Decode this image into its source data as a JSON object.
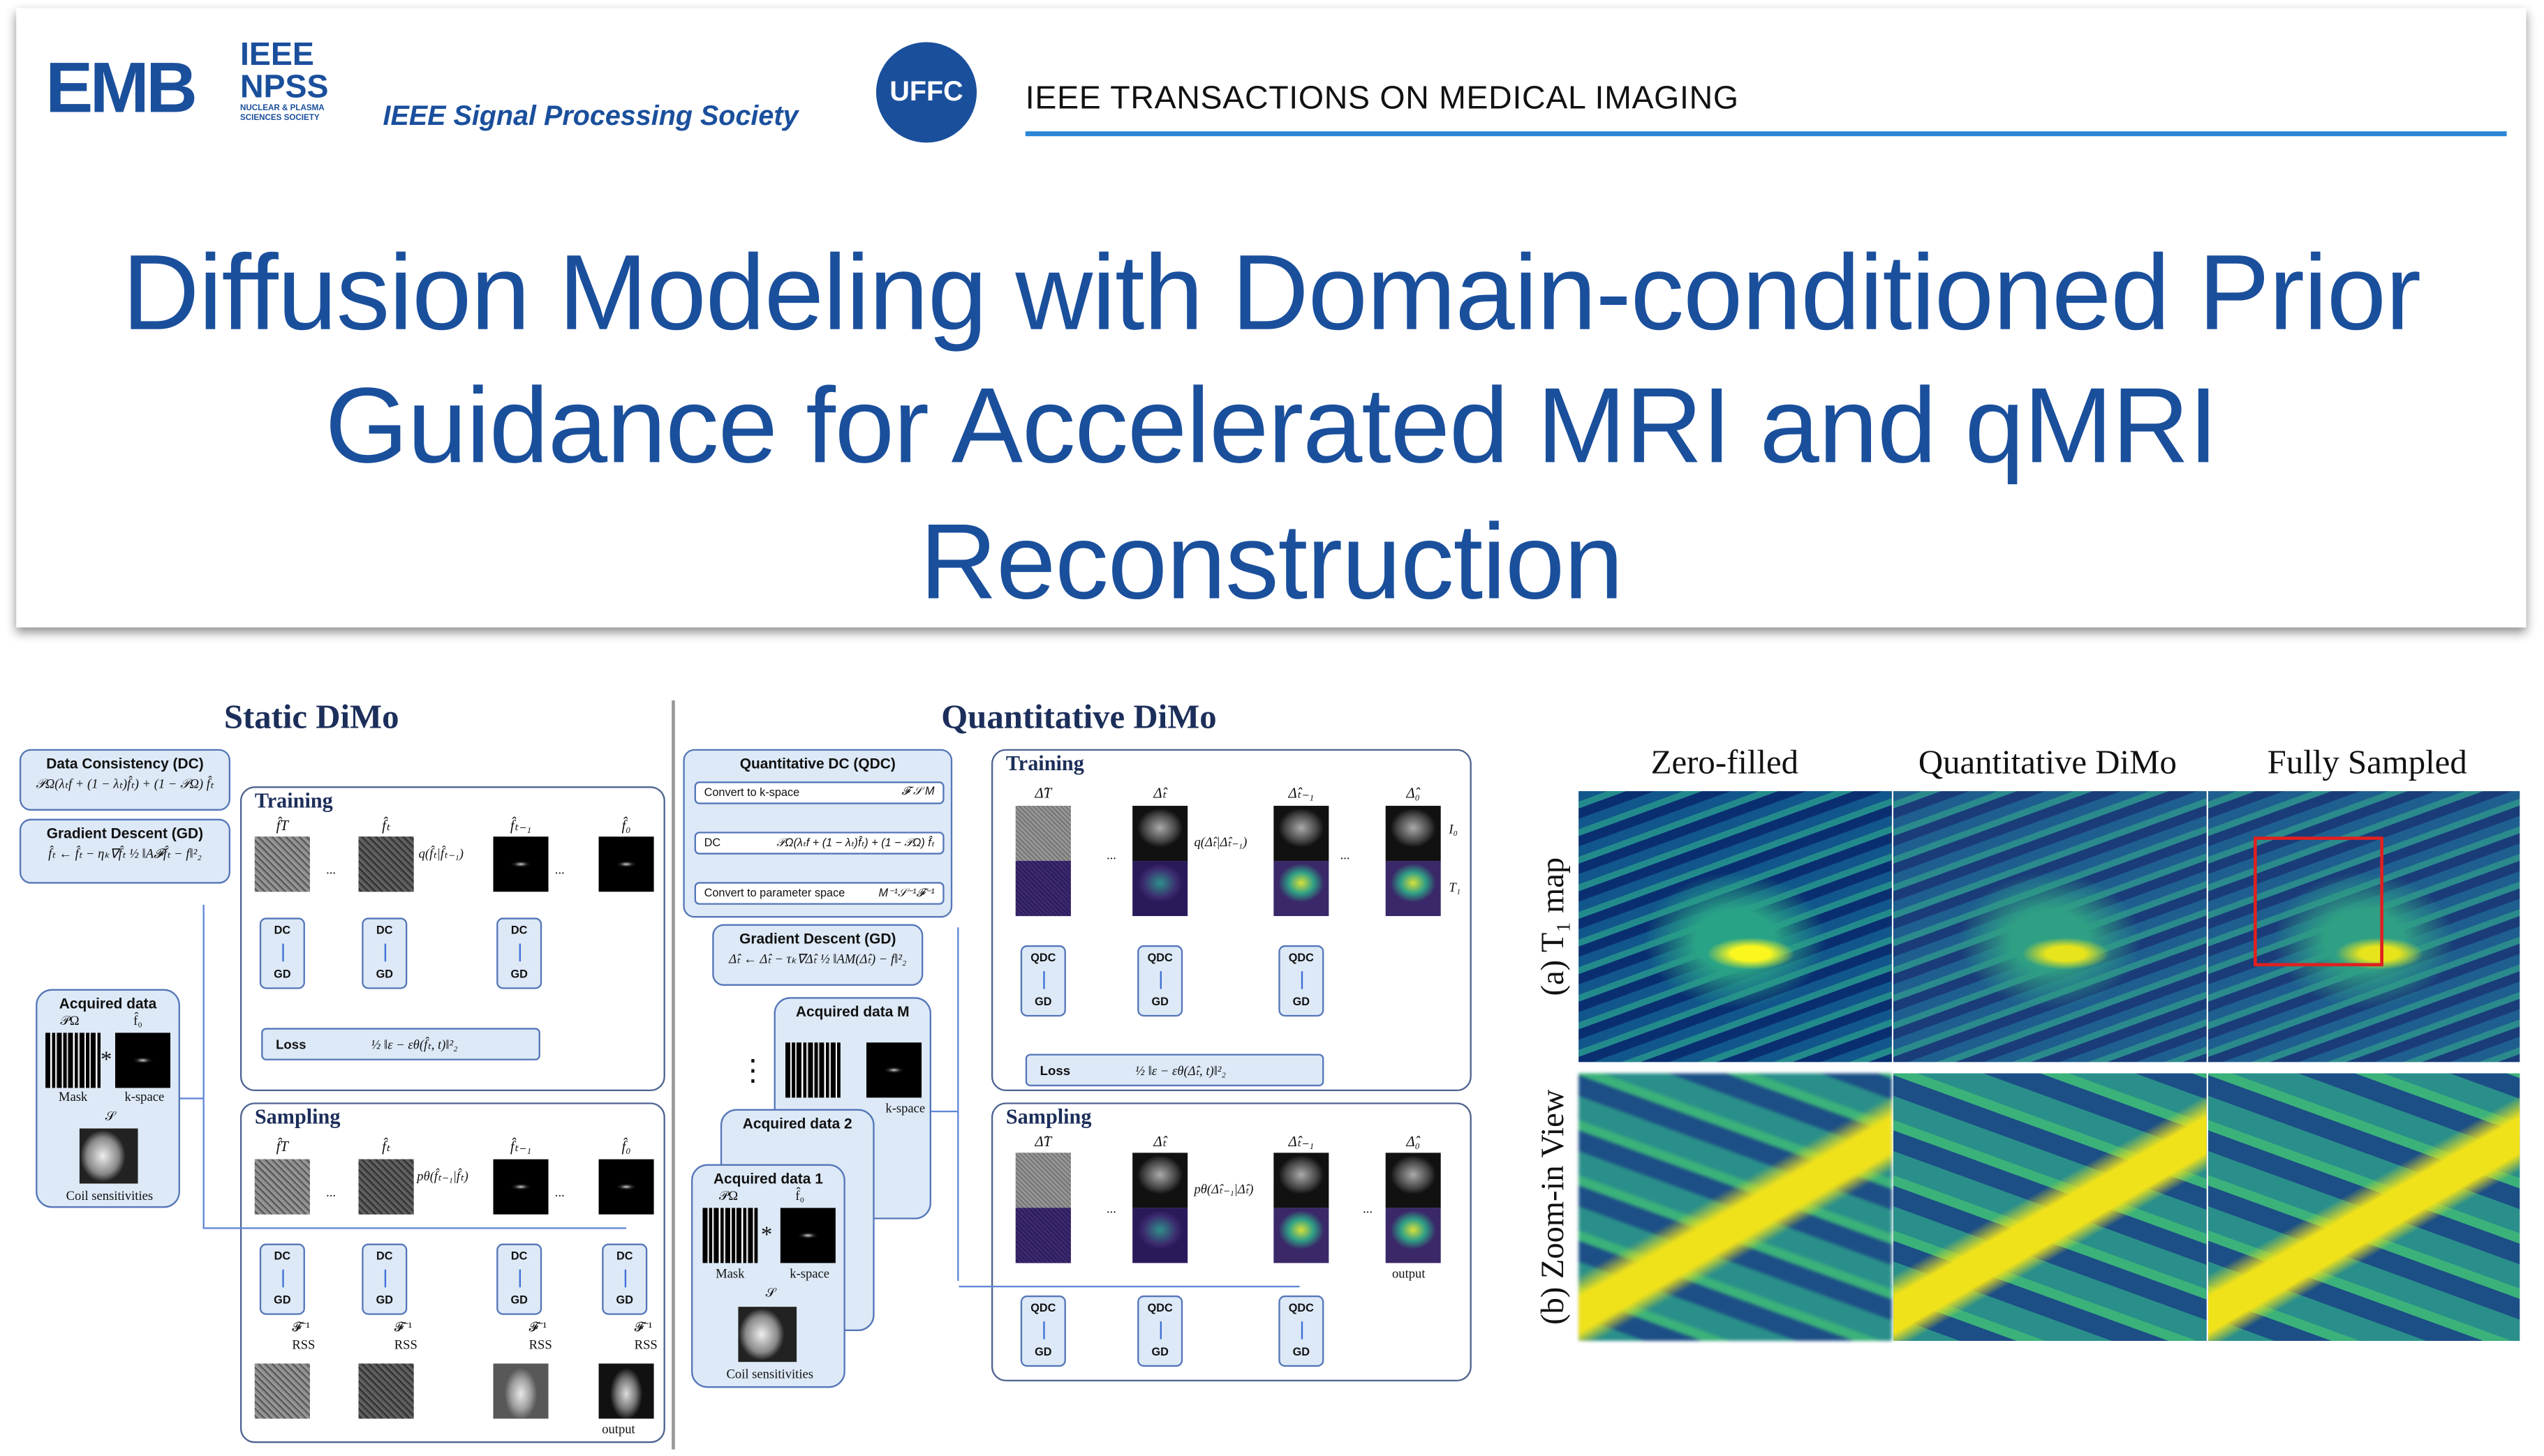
{
  "header": {
    "logos": [
      "EMB",
      "IEEE NPSS",
      "IEEE Signal Processing Society",
      "UFFC"
    ],
    "npss_sub": "NUCLEAR & PLASMA SCIENCES SOCIETY",
    "journal": "IEEE TRANSACTIONS ON MEDICAL IMAGING",
    "title_lines": [
      "Diffusion Modeling with Domain-conditioned Prior",
      "Guidance for Accelerated MRI and qMRI",
      "Reconstruction"
    ]
  },
  "static": {
    "title": "Static DiMo",
    "dc": {
      "label": "Data Consistency (DC)",
      "formula": "𝒫Ω(λₜf + (1 − λₜ)f̂ₜ) + (1 − 𝒫Ω) f̂ₜ"
    },
    "gd": {
      "label": "Gradient Descent (GD)",
      "formula": "f̂ₜ ← f̂ₜ − ηₖ∇f̂ₜ ½ ‖A𝓕f̂ₜ − f‖²₂"
    },
    "acquired": {
      "label": "Acquired data",
      "p": "𝒫Ω",
      "f0": "f̂₀",
      "mask": "Mask",
      "kspace": "k-space",
      "s": "𝒮",
      "coil": "Coil sensitivities",
      "star": "*"
    },
    "training": {
      "label": "Training",
      "img_labels": [
        "f̂T",
        "f̂ₜ",
        "f̂ₜ₋₁",
        "f̂₀"
      ],
      "q": "q(f̂ₜ|f̂ₜ₋₁)",
      "dots": "...",
      "dc": "DC",
      "gd": "GD",
      "loss_label": "Loss",
      "loss_formula": "½ ‖ε − εθ(f̂ₜ, t)‖²₂"
    },
    "sampling": {
      "label": "Sampling",
      "img_labels": [
        "f̂T",
        "f̂ₜ",
        "f̂ₜ₋₁",
        "f̂₀"
      ],
      "p": "pθ(f̂ₜ₋₁|f̂ₜ)",
      "dots": "...",
      "dc": "DC",
      "gd": "GD",
      "finv": "𝓕⁻¹",
      "rss": "RSS",
      "output": "output"
    }
  },
  "quant": {
    "title": "Quantitative DiMo",
    "qdc": {
      "label": "Quantitative DC (QDC)",
      "k_label": "Convert to k-space",
      "k_formula": "𝓕 𝒮 M",
      "dc_label": "DC",
      "dc_formula": "𝒫Ω(λₜf + (1 − λₜ)f̂ₜ) + (1 − 𝒫Ω) f̂ₜ",
      "p_label": "Convert to parameter space",
      "p_formula": "M⁻¹𝒮⁻¹𝓕⁻¹"
    },
    "gd": {
      "label": "Gradient Descent (GD)",
      "formula": "Δ̂ₜ ← Δ̂ₜ − τₖ∇Δ̂ₜ ½ ‖AM(Δ̂ₜ) − f‖²₂"
    },
    "acquired": {
      "labels": [
        "Acquired data M",
        "Acquired data 2",
        "Acquired data 1"
      ],
      "p": "𝒫Ω",
      "f0": "f̂₀",
      "mask": "Mask",
      "kspace": "k-space",
      "s": "𝒮",
      "coil": "Coil sensitivities",
      "star": "*",
      "vdots": "⋮"
    },
    "training": {
      "label": "Training",
      "img_labels": [
        "Δ̂T",
        "Δ̂ₜ",
        "Δ̂ₜ₋₁",
        "Δ̂₀"
      ],
      "q": "q(Δ̂ₜ|Δ̂ₜ₋₁)",
      "i0": "I₀",
      "t1": "T₁",
      "dots": "...",
      "qdc": "QDC",
      "gd": "GD",
      "loss_label": "Loss",
      "loss_formula": "½ ‖ε − εθ(Δ̂ₜ, t)‖²₂"
    },
    "sampling": {
      "label": "Sampling",
      "img_labels": [
        "Δ̂T",
        "Δ̂ₜ",
        "Δ̂ₜ₋₁",
        "Δ̂₀"
      ],
      "p": "pθ(Δ̂ₜ₋₁|Δ̂ₜ)",
      "dots": "...",
      "qdc": "QDC",
      "gd": "GD",
      "output": "output"
    }
  },
  "results": {
    "columns": [
      "Zero-filled",
      "Quantitative DiMo",
      "Fully Sampled"
    ],
    "rows": [
      "(a) T₁ map",
      "(b) Zoom-in View"
    ],
    "highlight_color": "#e02020"
  }
}
